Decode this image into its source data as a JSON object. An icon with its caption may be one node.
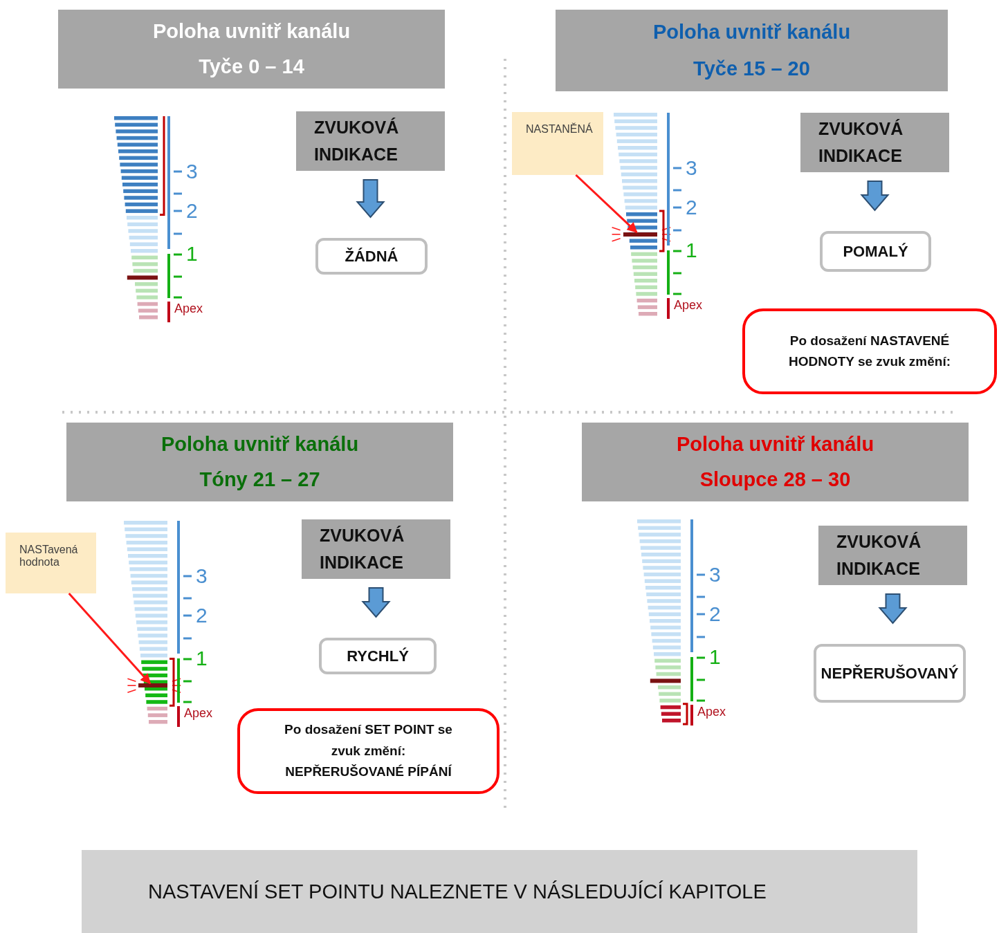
{
  "diagram": {
    "nodes": [
      {
        "text": [
          "Poloha uvnitř kanálu",
          "Tyče 0 – 14"
        ]
      },
      {
        "text": [
          "ZVUKOVÁ INDIKACE"
        ]
      },
      {
        "text": [
          "ŽÁDNÁ"
        ]
      },
      {
        "text": [
          "Poloha uvnitř kanálu",
          "Tyče 15 – 20"
        ]
      },
      {
        "text": [
          "NASTANĚNÁ"
        ]
      },
      {
        "text": [],
        "shape": "bar"
      },
      {
        "text": [
          "ZVUKOVÁ INDIKACE"
        ]
      },
      {
        "text": [
          "POMALÝ"
        ]
      },
      {
        "text": [
          "Po dosažení NASTAVENÉ HODNOTY se zvuk změní:"
        ]
      },
      {
        "text": [
          "Poloha uvnitř kanálu",
          "Tóny 21 – 27"
        ]
      },
      {
        "text": [
          "NASTavená hodnota"
        ]
      },
      {
        "text": [],
        "shape": "bar"
      },
      {
        "text": [
          "ZVUKOVÁ INDIKACE"
        ]
      },
      {
        "text": [
          "RYCHLÝ"
        ]
      },
      {
        "text": [
          "Po dosažení SET POINT se zvuk změní: NEPŘERUŠOVANÉ PÍPÁNÍ"
        ]
      },
      {
        "text": [
          "Poloha uvnitř kanálu",
          "Sloupce 28 – 30"
        ]
      },
      {
        "text": [
          "ZVUKOVÁ INDIKACE"
        ]
      },
      {
        "text": [
          "NEPŘERUŠOVANÝ"
        ]
      },
      {
        "text": [
          "NASTAVENÍ SET POINTU NALEZNETE V NÁSLEDUJÍCÍ KAPITOLE"
        ]
      }
    ],
    "edges": [
      {
        "from": 1,
        "to": 2,
        "arrow": "to",
        "style": "thick"
      },
      {
        "from": 4,
        "to": 5,
        "arrow": "to",
        "color": "#ff1a1a"
      },
      {
        "from": 6,
        "to": 7,
        "arrow": "to",
        "style": "thick"
      },
      {
        "from": 10,
        "to": 11,
        "arrow": "to",
        "color": "#ff1a1a"
      },
      {
        "from": 12,
        "to": 13,
        "arrow": "to",
        "style": "thick"
      },
      {
        "from": 16,
        "to": 17,
        "arrow": "to",
        "style": "thick"
      }
    ],
    "labels": [
      "3",
      "2",
      "1",
      "Apex",
      "3",
      "2",
      "1",
      "Apex",
      "3",
      "2",
      "1",
      "Apex",
      "3",
      "2",
      "1",
      "Apex"
    ]
  }
}
